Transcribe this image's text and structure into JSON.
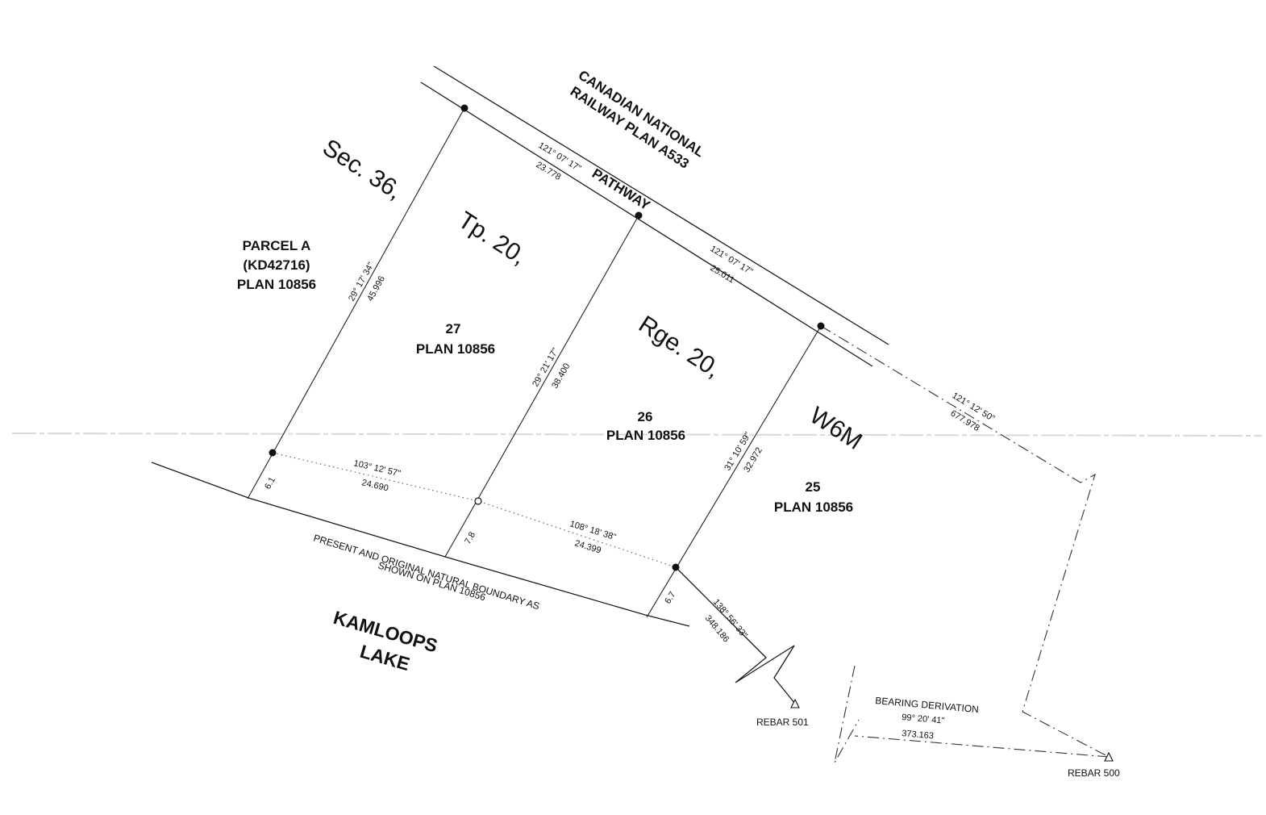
{
  "labels": {
    "railway_line1": "CANADIAN NATIONAL",
    "railway_line2": "RAILWAY PLAN A533",
    "pathway": "PATHWAY",
    "section": "Sec. 36,",
    "township": "Tp. 20,",
    "range": "Rge. 20,",
    "meridian": "W6M",
    "parcel_a_line1": "PARCEL A",
    "parcel_a_line2": "(KD42716)",
    "parcel_a_line3": "PLAN 10856",
    "lot27_num": "27",
    "lot27_plan": "PLAN 10856",
    "lot26_num": "26",
    "lot26_plan": "PLAN 10856",
    "lot25_num": "25",
    "lot25_plan": "PLAN 10856",
    "boundary_line1": "PRESENT AND ORIGINAL NATURAL BOUNDARY AS",
    "boundary_line2": "SHOWN ON PLAN 10856",
    "lake_line1": "KAMLOOPS",
    "lake_line2": "LAKE",
    "rebar_501": "REBAR 501",
    "rebar_500": "REBAR 500",
    "bearing_derivation": "BEARING DERIVATION"
  },
  "dimensions": {
    "rail_seg1_bearing": "121° 07' 17\"",
    "rail_seg1_length": "23.778",
    "rail_seg2_bearing": "121° 07' 17\"",
    "rail_seg2_length": "25.011",
    "ext_bearing": "121° 12' 50\"",
    "ext_length": "677.978",
    "west_line_bearing": "29° 17' 34\"",
    "west_line_length": "45.996",
    "mid_line_bearing": "29° 21' 17\"",
    "mid_line_length": "38.400",
    "east_line_bearing": "31° 10' 59\"",
    "east_line_length": "32.972",
    "south_seg1_bearing": "103° 12' 57\"",
    "south_seg1_length": "24.690",
    "south_seg2_bearing": "108° 18' 38\"",
    "south_seg2_length": "24.399",
    "offset_west": "6.1",
    "offset_mid": "7.8",
    "offset_east": "6.7",
    "tie_bearing": "138° 56' 33\"",
    "tie_length": "348.186",
    "derivation_bearing": "99° 20' 41\"",
    "derivation_length": "373.163"
  }
}
